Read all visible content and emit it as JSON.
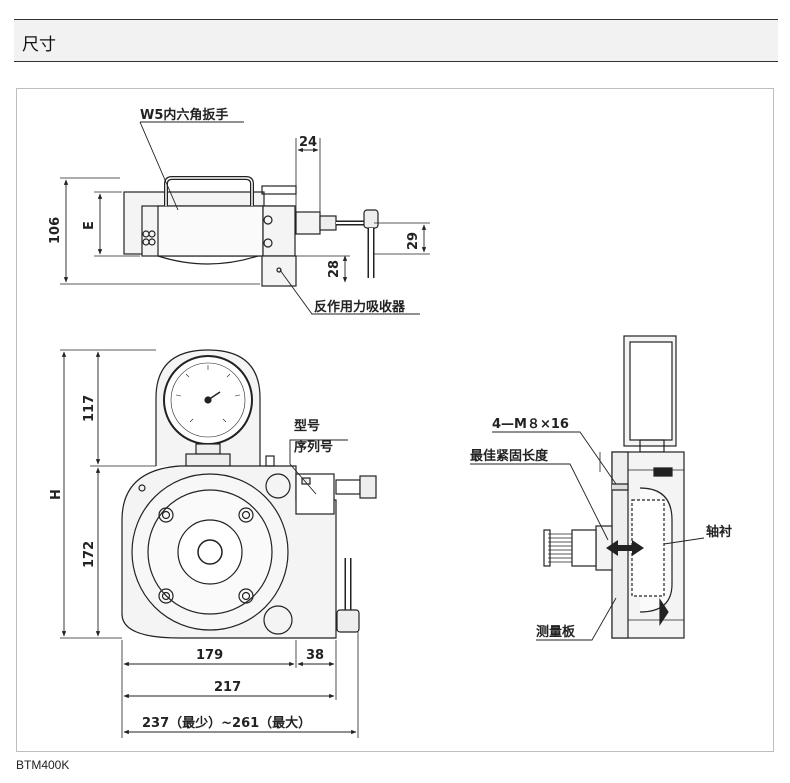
{
  "header": {
    "title": "尺寸"
  },
  "caption": "BTM400K",
  "top_view": {
    "wrench_label": "W5内六角扳手",
    "absorber_label": "反作用力吸收器",
    "dims": {
      "width_24": "24",
      "height_106": "106",
      "height_e": "E",
      "height_29": "29",
      "height_28": "28"
    }
  },
  "front_view": {
    "model_label": "型号",
    "serial_label": "序列号",
    "dims": {
      "h": "H",
      "d117": "117",
      "d172": "172",
      "d179": "179",
      "d38": "38",
      "d217": "217",
      "range": "237（最少）~261（最大）"
    }
  },
  "side_view": {
    "bolt_label": "4—M８×16",
    "torque_label": "最佳紧固长度",
    "bushing_label": "轴衬",
    "plate_label": "测量板"
  },
  "colors": {
    "line": "#222222",
    "body_fill": "#f4f4f4",
    "dark_part": "#333333"
  }
}
